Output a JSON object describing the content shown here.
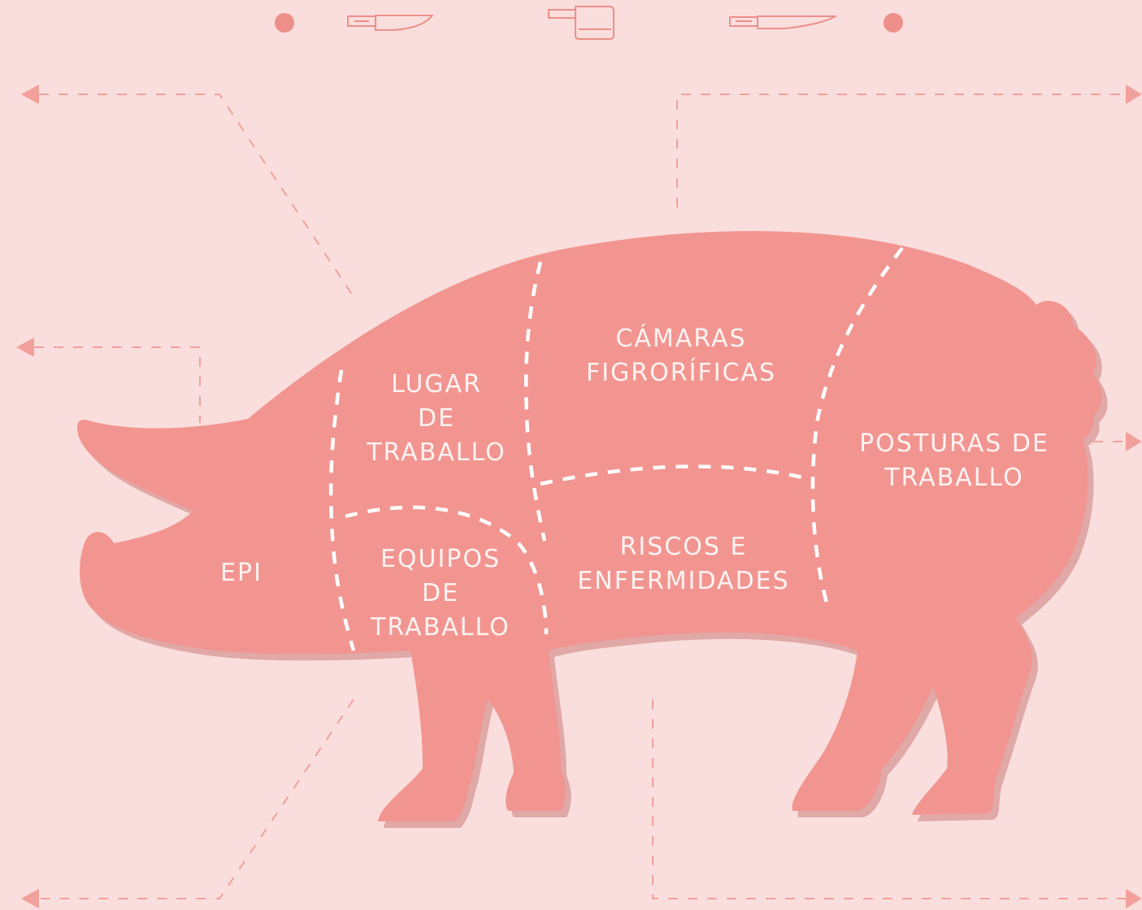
{
  "colors": {
    "background": "#f9dedd",
    "pig_body": "#f29590",
    "pig_shadow": "#e0a8a6",
    "cut_lines": "#ffffff",
    "label_text": "#fdf3f2",
    "guides": "#f2a09b"
  },
  "header_icons": [
    "dot-icon",
    "boning-knife-icon",
    "meat-cleaver-icon",
    "chef-knife-icon",
    "dot-icon"
  ],
  "sections": {
    "epi": {
      "line1": "EPI"
    },
    "lugar": {
      "line1": "LUGAR",
      "line2": "DE",
      "line3": "TRABALLO"
    },
    "equipos": {
      "line1": "EQUIPOS",
      "line2": "DE",
      "line3": "TRABALLO"
    },
    "camaras": {
      "line1": "CÁMARAS",
      "line2": "FIGRORÍFICAS"
    },
    "riscos": {
      "line1": "RISCOS E",
      "line2": "ENFERMIDADES"
    },
    "posturas": {
      "line1": "POSTURAS DE",
      "line2": "TRABALLO"
    }
  }
}
